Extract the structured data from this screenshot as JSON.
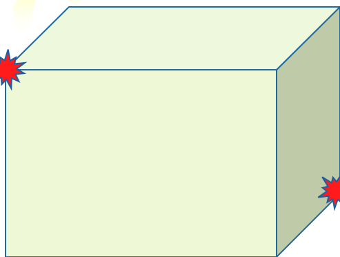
{
  "figure": {
    "shape": "rectangular box",
    "markers": [
      "explosion-burst",
      "explosion-burst"
    ],
    "colors": {
      "front_face": "#EEF8D6",
      "top_face": "#EDF8DD",
      "right_face": "#BECAA8",
      "edge": "#1E6A9E",
      "burst_fill": "#FF1B1B",
      "burst_edge": "#1F5FA0",
      "light_glow": "#FFFFC8"
    }
  }
}
